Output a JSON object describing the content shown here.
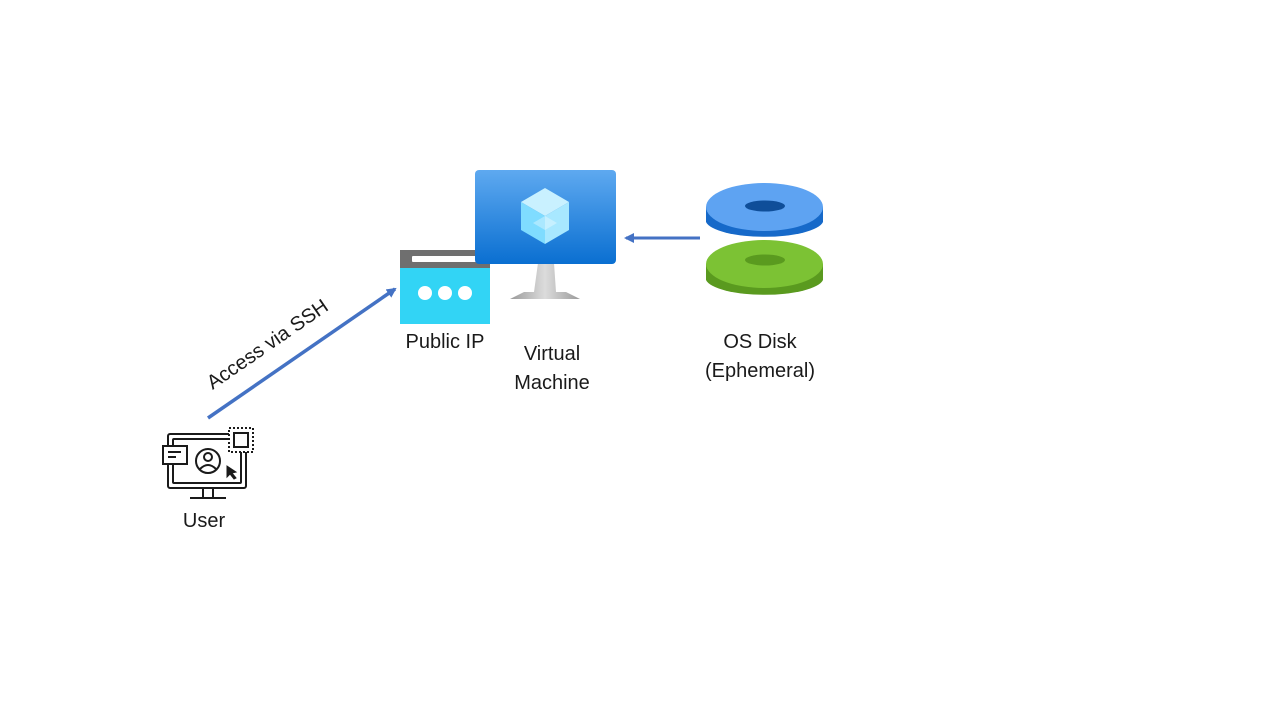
{
  "nodes": {
    "user": {
      "label": "User",
      "icon": "user-workstation-icon"
    },
    "public_ip": {
      "label": "Public IP",
      "icon": "public-ip-icon"
    },
    "vm": {
      "label_line1": "Virtual",
      "label_line2": "Machine",
      "icon": "virtual-machine-icon"
    },
    "os_disk": {
      "label_line1": "OS Disk",
      "label_line2": "(Ephemeral)",
      "icon": "disk-icon"
    }
  },
  "edges": {
    "user_to_ip": {
      "label": "Access via SSH"
    },
    "disk_to_vm": {
      "label": ""
    }
  },
  "colors": {
    "arrow": "#4472C4",
    "vm_blue": "#0078D4",
    "ip_cyan": "#32D4F5",
    "disk_blue": "#1F84E0",
    "disk_green": "#6BB42A"
  }
}
